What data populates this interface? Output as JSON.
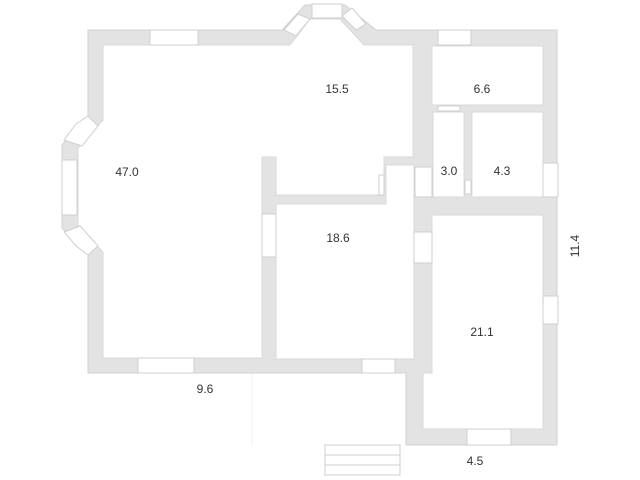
{
  "colors": {
    "wall": "#e3e3e3",
    "wall_edge": "#d2d2d2",
    "room": "#ffffff",
    "text": "#333333"
  },
  "rooms": [
    {
      "id": "living",
      "area": "47.0"
    },
    {
      "id": "hall-top",
      "area": "15.5"
    },
    {
      "id": "top-right",
      "area": "6.6"
    },
    {
      "id": "small-bath",
      "area": "3.0"
    },
    {
      "id": "bath",
      "area": "4.3"
    },
    {
      "id": "center",
      "area": "18.6"
    },
    {
      "id": "annex",
      "area": "21.1"
    }
  ],
  "dimensions": {
    "bottom_main": "9.6",
    "bottom_annex": "4.5",
    "right_side": "11.4"
  }
}
